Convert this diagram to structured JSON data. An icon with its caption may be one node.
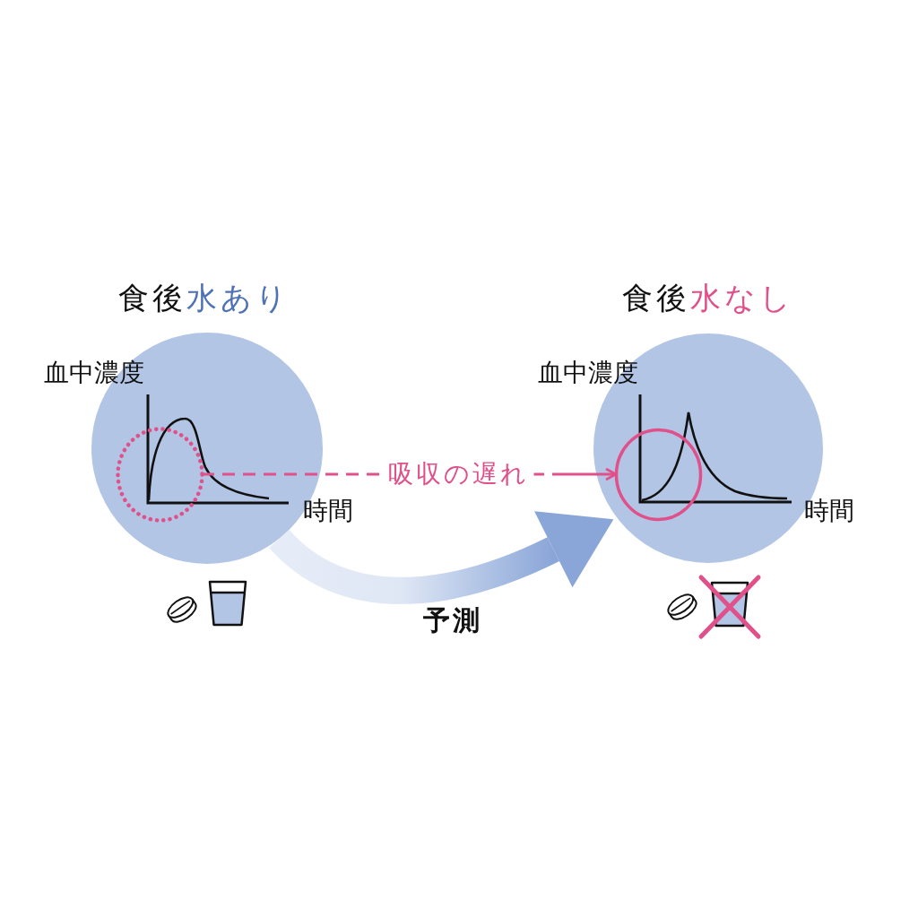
{
  "diagram": {
    "nodes": [
      {
        "text": [
          "食後水あり",
          "血中濃度",
          "時間"
        ]
      },
      {
        "text": [],
        "shape": "circle",
        "in": 0
      },
      {
        "text": [
          "食後水なし",
          "血中濃度",
          "時間"
        ]
      },
      {
        "text": [],
        "shape": "circle",
        "in": 2
      }
    ],
    "edges": [
      {
        "from": 1,
        "to": 3,
        "arrow": "to",
        "label": "吸収の遅れ",
        "style": "dashed",
        "color": "#e0508a"
      },
      {
        "from": 0,
        "to": 2,
        "arrow": "to",
        "label": "予測",
        "style": "thick",
        "color": "#8aa6d8"
      }
    ]
  }
}
